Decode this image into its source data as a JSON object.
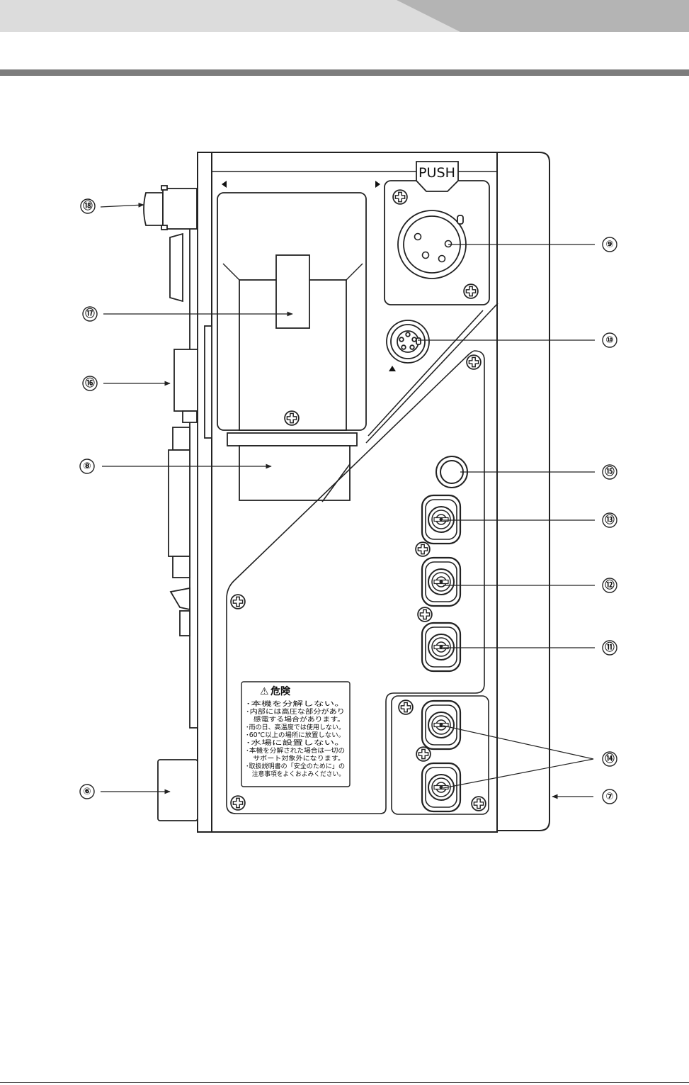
{
  "diagram": {
    "panel_text": {
      "push": "PUSH"
    },
    "warning_label": {
      "symbol": "⚠",
      "title": "危険",
      "lines": [
        "･本機を分解しない。",
        "･内部には高圧な部分があり",
        "　感電する場合があります。",
        "･雨の日、高温度では使用しない。",
        "･60℃以上の場所に放置しない。",
        "･水場に設置しない。",
        "･本機を分解された場合は一切の",
        "　サポート対象外になります。",
        "･取扱説明書の「安全のために」の",
        "　注意事項をよくおよみください。"
      ]
    },
    "callouts": [
      "⑱",
      "⑰",
      "⑯",
      "⑧",
      "⑥",
      "⑨",
      "⑩",
      "⑮",
      "⑬",
      "⑫",
      "⑪",
      "⑭",
      "⑦"
    ]
  }
}
